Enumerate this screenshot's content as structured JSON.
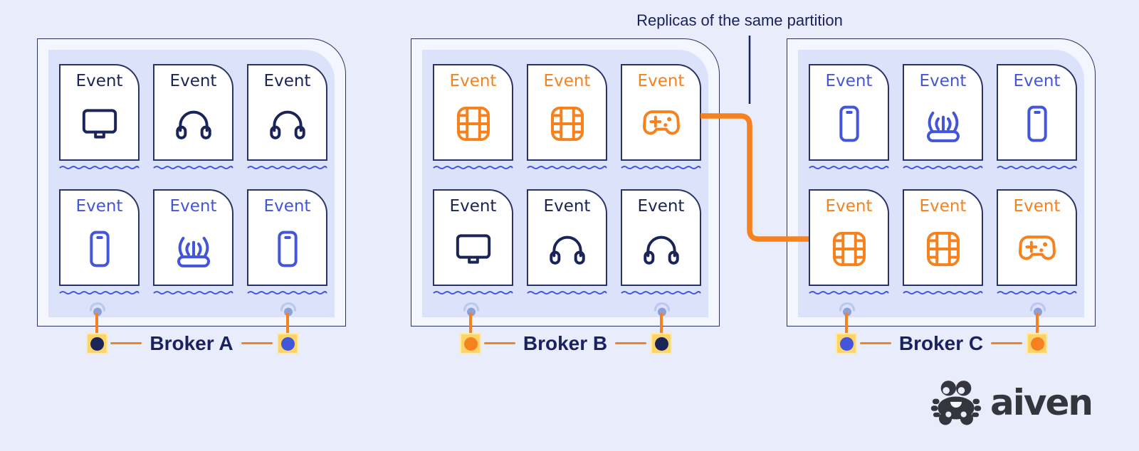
{
  "annotation": {
    "label": "Replicas of the same partition"
  },
  "colors": {
    "navy": "#1b2456",
    "blue": "#4355d9",
    "orange": "#f5821f",
    "yellow": "#fcd469",
    "yellow_border": "#fde9a8",
    "page_bg": "#e9edfb",
    "box_fill": "#f3f6fe",
    "box_border": "#2a3365",
    "panel_fill": "#dbe2fa",
    "card_bg": "#ffffff",
    "squiggle": "#4254d8",
    "heading_text": "#1a2160",
    "antenna_dot": "#8da0da",
    "antenna_halo": "#bcc8ef",
    "logo_color": "#35353d"
  },
  "brokers": [
    {
      "name": "Broker A",
      "left_dot_color": "navy",
      "right_dot_color": "blue",
      "cards": [
        {
          "label": "Event",
          "icon": "monitor-icon",
          "color": "navy"
        },
        {
          "label": "Event",
          "icon": "headphones-icon",
          "color": "navy"
        },
        {
          "label": "Event",
          "icon": "headphones-icon",
          "color": "navy"
        },
        {
          "label": "Event",
          "icon": "smartphone-icon",
          "color": "blue"
        },
        {
          "label": "Event",
          "icon": "router-icon",
          "color": "blue"
        },
        {
          "label": "Event",
          "icon": "smartphone-icon",
          "color": "blue"
        }
      ]
    },
    {
      "name": "Broker B",
      "left_dot_color": "orange",
      "right_dot_color": "navy",
      "cards": [
        {
          "label": "Event",
          "icon": "film-icon",
          "color": "orange"
        },
        {
          "label": "Event",
          "icon": "film-icon",
          "color": "orange"
        },
        {
          "label": "Event",
          "icon": "gamepad-icon",
          "color": "orange"
        },
        {
          "label": "Event",
          "icon": "monitor-icon",
          "color": "navy"
        },
        {
          "label": "Event",
          "icon": "headphones-icon",
          "color": "navy"
        },
        {
          "label": "Event",
          "icon": "headphones-icon",
          "color": "navy"
        }
      ]
    },
    {
      "name": "Broker C",
      "left_dot_color": "blue",
      "right_dot_color": "orange",
      "cards": [
        {
          "label": "Event",
          "icon": "smartphone-icon",
          "color": "blue"
        },
        {
          "label": "Event",
          "icon": "router-icon",
          "color": "blue"
        },
        {
          "label": "Event",
          "icon": "smartphone-icon",
          "color": "blue"
        },
        {
          "label": "Event",
          "icon": "film-icon",
          "color": "orange"
        },
        {
          "label": "Event",
          "icon": "film-icon",
          "color": "orange"
        },
        {
          "label": "Event",
          "icon": "gamepad-icon",
          "color": "orange"
        }
      ]
    }
  ],
  "logo": {
    "text": "aiven"
  }
}
